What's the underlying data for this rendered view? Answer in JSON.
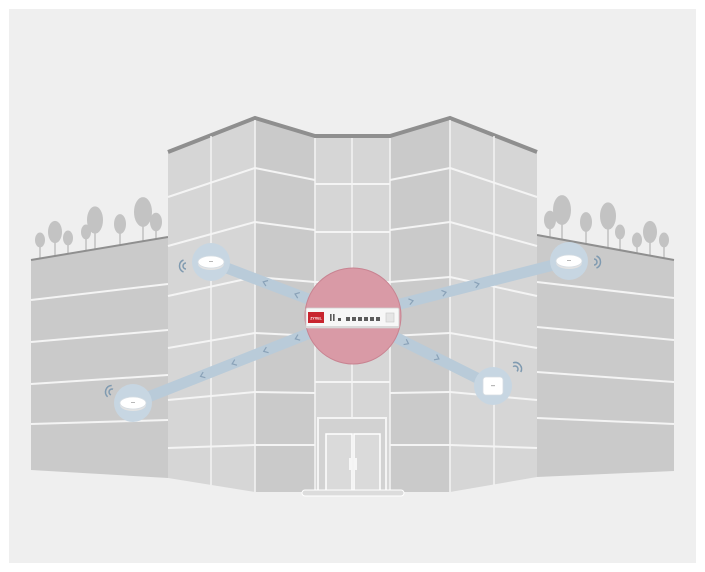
{
  "scene": {
    "colors": {
      "panel": "#efefef",
      "wall_light": "#d6d6d6",
      "wall_mid": "#cacaca",
      "wall_dark": "#c2c2c2",
      "window_line": "#f4f4f4",
      "roof": "#8f8f8f",
      "tree": "#c3c3c3",
      "link": "#b9cbd9",
      "link_edge": "#a9bccc",
      "arrow": "#8aa2b8",
      "hub": "#d99aa6",
      "hub_stroke": "#c88391",
      "firewall_body": "#f7f7f7",
      "firewall_red": "#c8252f",
      "ap_ring": "#c7d6e2",
      "ap_body": "#ffffff",
      "wifi": "#7f9ab0"
    },
    "firewall": {
      "icon": "firewall-appliance-icon",
      "brand_text": "ZYXEL"
    },
    "access_points": [
      {
        "name": "access-point-upper-left",
        "icon": "ceiling-access-point-icon",
        "wifi_icon": "wifi-signal-icon"
      },
      {
        "name": "access-point-lower-left",
        "icon": "ceiling-access-point-icon",
        "wifi_icon": "wifi-signal-icon"
      },
      {
        "name": "access-point-upper-right",
        "icon": "ceiling-access-point-icon",
        "wifi_icon": "wifi-signal-icon"
      },
      {
        "name": "access-point-lower-right",
        "icon": "wall-access-point-icon",
        "wifi_icon": "wifi-signal-icon"
      }
    ]
  }
}
